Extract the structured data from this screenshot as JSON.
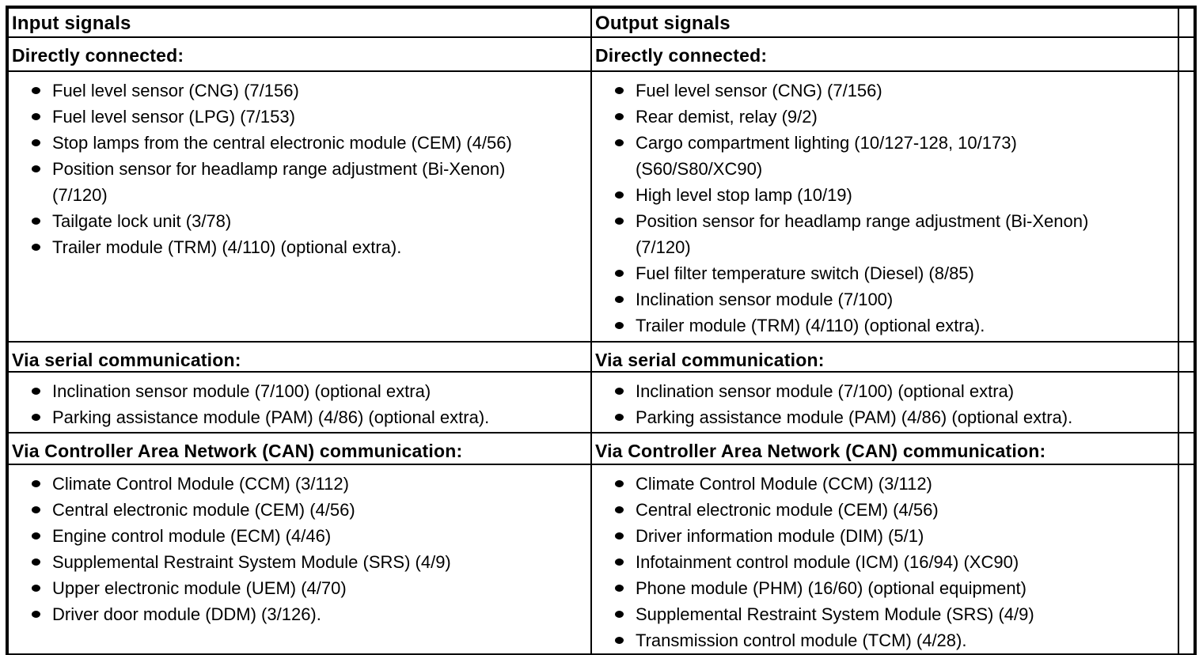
{
  "document": {
    "type": "signal-specification-table",
    "colors": {
      "background": "#ffffff",
      "text": "#000000",
      "border": "#000000"
    },
    "columns": [
      {
        "header": "Input signals",
        "sections": [
          {
            "title": "Directly connected:",
            "items": [
              "Fuel level sensor (CNG) (7/156)",
              "Fuel level sensor (LPG) (7/153)",
              "Stop lamps from the central electronic module (CEM) (4/56)",
              "Position sensor for headlamp range adjustment (Bi-Xenon)\n(7/120)",
              "Tailgate lock unit (3/78)",
              "Trailer module (TRM) (4/110) (optional extra)."
            ]
          },
          {
            "title": "Via serial communication:",
            "items": [
              "Inclination sensor module (7/100) (optional extra)",
              "Parking assistance module (PAM) (4/86) (optional extra)."
            ]
          },
          {
            "title": "Via Controller Area Network (CAN) communication:",
            "items": [
              "Climate Control Module (CCM) (3/112)",
              "Central electronic module (CEM) (4/56)",
              "Engine control module (ECM) (4/46)",
              "Supplemental Restraint System Module (SRS) (4/9)",
              "Upper electronic module (UEM) (4/70)",
              "Driver door module (DDM) (3/126)."
            ]
          }
        ]
      },
      {
        "header": "Output signals",
        "sections": [
          {
            "title": "Directly connected:",
            "items": [
              "Fuel level sensor (CNG) (7/156)",
              "Rear demist, relay (9/2)",
              "Cargo compartment lighting (10/127-128, 10/173)\n(S60/S80/XC90)",
              "High level stop lamp (10/19)",
              "Position sensor for headlamp range adjustment (Bi-Xenon)\n(7/120)",
              "Fuel filter temperature switch (Diesel) (8/85)",
              "Inclination sensor module (7/100)",
              "Trailer module (TRM) (4/110) (optional extra)."
            ]
          },
          {
            "title": "Via serial communication:",
            "items": [
              "Inclination sensor module (7/100) (optional extra)",
              "Parking assistance module (PAM) (4/86) (optional extra)."
            ]
          },
          {
            "title": "Via Controller Area Network (CAN) communication:",
            "items": [
              "Climate Control Module (CCM) (3/112)",
              "Central electronic module (CEM) (4/56)",
              "Driver information module (DIM) (5/1)",
              "Infotainment control module (ICM) (16/94) (XC90)",
              "Phone module (PHM) (16/60) (optional equipment)",
              "Supplemental Restraint System Module (SRS) (4/9)",
              "Transmission control module (TCM) (4/28)."
            ]
          }
        ]
      }
    ]
  }
}
